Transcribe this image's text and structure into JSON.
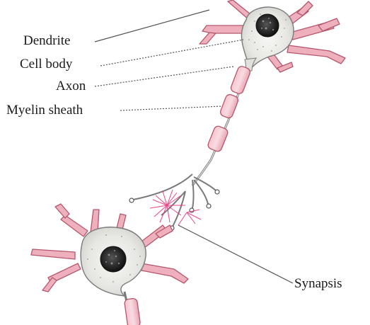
{
  "labels": {
    "dendrite": "Dendrite",
    "cell_body": "Cell body",
    "axon": "Axon",
    "myelin_sheath": "Myelin sheath",
    "synapsis": "Synapsis"
  },
  "colors": {
    "membrane_pink": "#e9a5b3",
    "pink_outline": "#b5566c",
    "cytoplasm": "#efefec",
    "nucleus": "#2b2b2b",
    "axon_gray": "#7a7a7a",
    "synapse_glow": "#e5327b"
  }
}
